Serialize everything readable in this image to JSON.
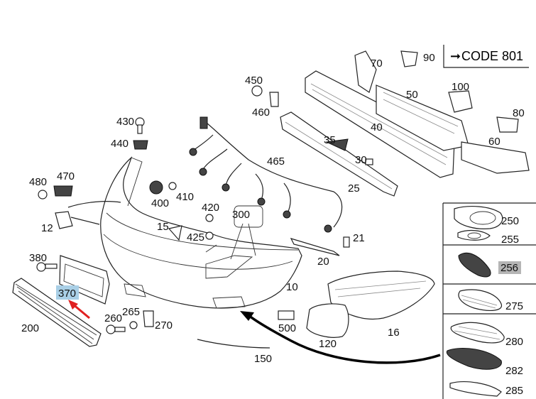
{
  "code_box": {
    "arrow": "➞",
    "text": "CODE 801"
  },
  "labels": {
    "p90": "90",
    "p70": "70",
    "p50": "50",
    "p100": "100",
    "p80": "80",
    "p40": "40",
    "p60": "60",
    "p450": "450",
    "p460": "460",
    "p35": "35",
    "p30": "30",
    "p25": "25",
    "p430": "430",
    "p440": "440",
    "p465": "465",
    "p480": "480",
    "p470": "470",
    "p410": "410",
    "p400": "400",
    "p420": "420",
    "p300": "300",
    "p12": "12",
    "p15": "15",
    "p425": "425",
    "p21": "21",
    "p380": "380",
    "p20": "20",
    "p10": "10",
    "p370": "370",
    "p265": "265",
    "p260": "260",
    "p270": "270",
    "p500": "500",
    "p200": "200",
    "p16": "16",
    "p120": "120",
    "p150": "150",
    "p250": "250",
    "p255": "255",
    "p256": "256",
    "p275": "275",
    "p280": "280",
    "p282": "282",
    "p285": "285"
  },
  "highlight": {
    "part": "370",
    "color": "#a9cfe6"
  },
  "highlight_256": {
    "color": "#b5b5b5"
  },
  "annotation_arrow_color": "#e02020"
}
